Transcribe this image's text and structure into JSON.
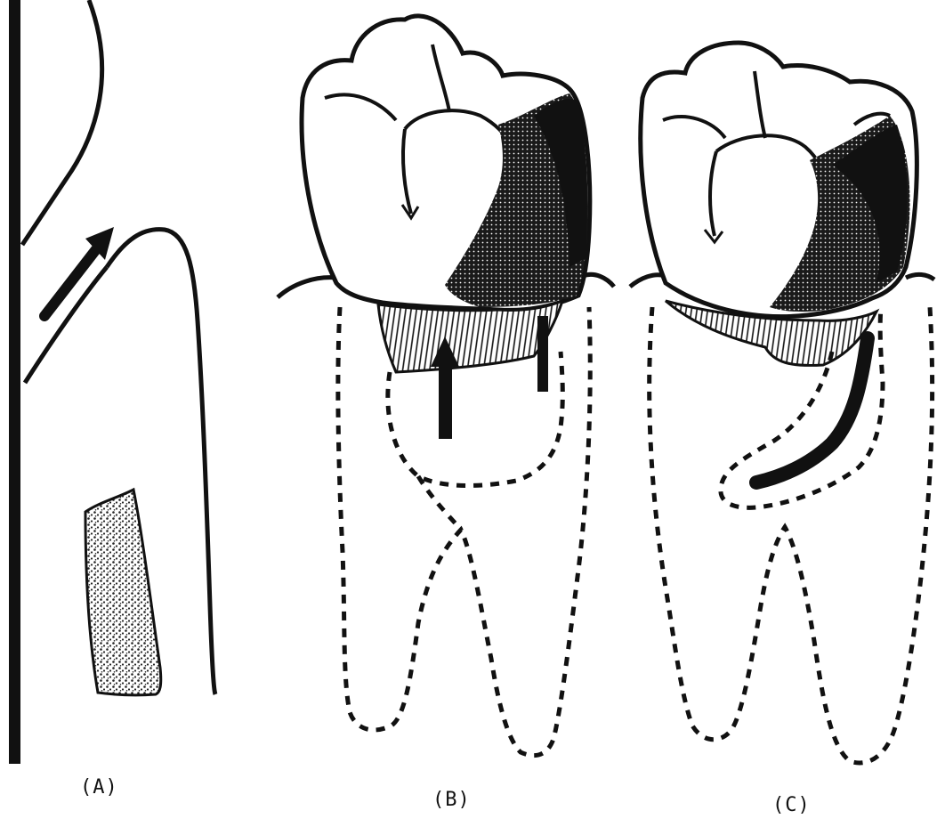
{
  "panels": [
    {
      "label": "(A)"
    },
    {
      "label": "(B)"
    },
    {
      "label": "(C)"
    }
  ],
  "colors": {
    "ink": "#111111",
    "paper": "#ffffff",
    "stipple": "#222222"
  }
}
